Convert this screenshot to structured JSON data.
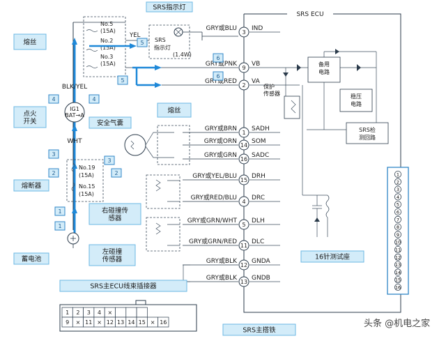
{
  "ecu": {
    "title": "SRS ECU",
    "backup_1": "备用",
    "backup_2": "电路",
    "regulator_1": "稳压",
    "regulator_2": "电路",
    "detect_1": "SRS检",
    "detect_2": "测回路",
    "protect_1": "保护",
    "protect_2": "传感器",
    "protect_3": ""
  },
  "ignition": {
    "ig1": "IG1",
    "bat": "BAT→A"
  },
  "wires": {
    "blk_yel": "BLK/YEL",
    "wht": "WHT",
    "yel": "YEL"
  },
  "fuses_upper": [
    {
      "name": "No.5",
      "rating": "(15A)"
    },
    {
      "name": "No.2",
      "rating": "(15A)"
    },
    {
      "name": "No.3",
      "rating": "(15A)"
    }
  ],
  "fuses_lower": [
    {
      "name": "No.19",
      "rating": "(15A)"
    },
    {
      "name": "No.15",
      "rating": "(15A)"
    }
  ],
  "lamp": {
    "line1": "SRS",
    "line2": "指示灯",
    "power": "(1.4W)"
  },
  "pins": [
    {
      "num": "3",
      "wire": "GRY或BLU",
      "wire2": "",
      "signal": "IND"
    },
    {
      "num": "9",
      "wire": "GRY或PNK",
      "wire2": "",
      "signal": "VB"
    },
    {
      "num": "2",
      "wire": "GRY或RED",
      "wire2": "",
      "signal": "VA"
    },
    {
      "num": "1",
      "wire": "GRY或BRN",
      "wire2": "",
      "signal": "SADH"
    },
    {
      "num": "14",
      "wire": "GRY或ORN",
      "wire2": "",
      "signal": "SOM"
    },
    {
      "num": "16",
      "wire": "GRY或GRN",
      "wire2": "",
      "signal": "SADC"
    },
    {
      "num": "15",
      "wire": "GRY或YEL/BLU",
      "wire2": "",
      "signal": "DRH"
    },
    {
      "num": "4",
      "wire": "GRY或RED/BLU",
      "wire2": "",
      "signal": "DRC"
    },
    {
      "num": "5",
      "wire": "GRY或GRN/WHT",
      "wire2": "",
      "signal": "DLH"
    },
    {
      "num": "11",
      "wire": "GRY或GRN/RED",
      "wire2": "",
      "signal": "DLC"
    },
    {
      "num": "12",
      "wire": "GRY或BLK",
      "wire2": "",
      "signal": "GNDA"
    },
    {
      "num": "13",
      "wire": "GRY或BLK",
      "wire2": "",
      "signal": "GNDB"
    }
  ],
  "callouts": [
    {
      "text": "SRS指示灯",
      "id": "srs-lamp"
    },
    {
      "text": "熔丝",
      "id": "fuse-top"
    },
    {
      "text": "点火\n开关",
      "id": "ignition"
    },
    {
      "text": "熔断器",
      "id": "fuse-box"
    },
    {
      "text": "蓄电池",
      "id": "battery"
    },
    {
      "text": "安全气囊",
      "id": "airbag"
    },
    {
      "text": "熔丝",
      "id": "fuse-mid"
    },
    {
      "text": "右碰撞传\n感器",
      "id": "right-sensor"
    },
    {
      "text": "左碰撞\n传感器",
      "id": "left-sensor"
    },
    {
      "text": "16针测试座",
      "id": "test-socket"
    },
    {
      "text": "SRS主ECU线束插接器",
      "id": "connector"
    },
    {
      "text": "SRS主搭铁",
      "id": "ground"
    }
  ],
  "badges": [
    "1",
    "1",
    "2",
    "2",
    "3",
    "3",
    "4",
    "4",
    "5",
    "5",
    "6",
    "6"
  ],
  "socket_pins": [
    "1",
    "2",
    "3",
    "4",
    "5",
    "6",
    "7",
    "8",
    "9",
    "10",
    "11",
    "12",
    "13",
    "14",
    "15",
    "16"
  ],
  "connector": {
    "top": [
      "1",
      "2",
      "3",
      "4",
      "×",
      "",
      "",
      ""
    ],
    "bottom": [
      "9",
      "×",
      "11",
      "×",
      "12",
      "13",
      "14",
      "15",
      "×",
      "16"
    ]
  },
  "watermark": "头条 @机电之家"
}
